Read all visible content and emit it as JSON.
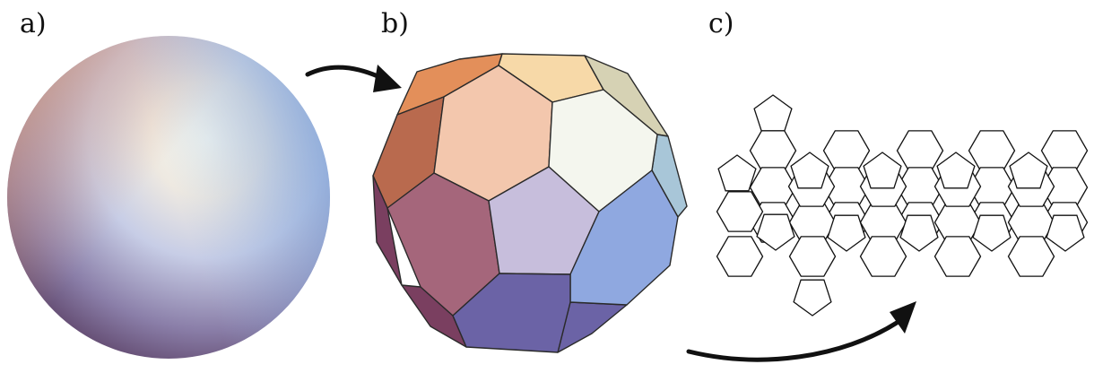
{
  "panels": [
    {
      "label": "a)"
    },
    {
      "label": "b)"
    },
    {
      "label": "c)"
    }
  ],
  "colors": {
    "face_orange": "#e38f5a",
    "face_cream": "#f7d9a8",
    "face_peach": "#f3c7ad",
    "face_white": "#f4f6ee",
    "face_khaki": "#d6d2b4",
    "face_brick": "#b96a4e",
    "face_mauve": "#a5667b",
    "face_lavender": "#c7bedc",
    "face_blue": "#8fa8e0",
    "face_ice": "#a8c6d8",
    "face_indigo": "#6b63a6",
    "face_plum": "#7a3f60",
    "outline": "#111111"
  }
}
